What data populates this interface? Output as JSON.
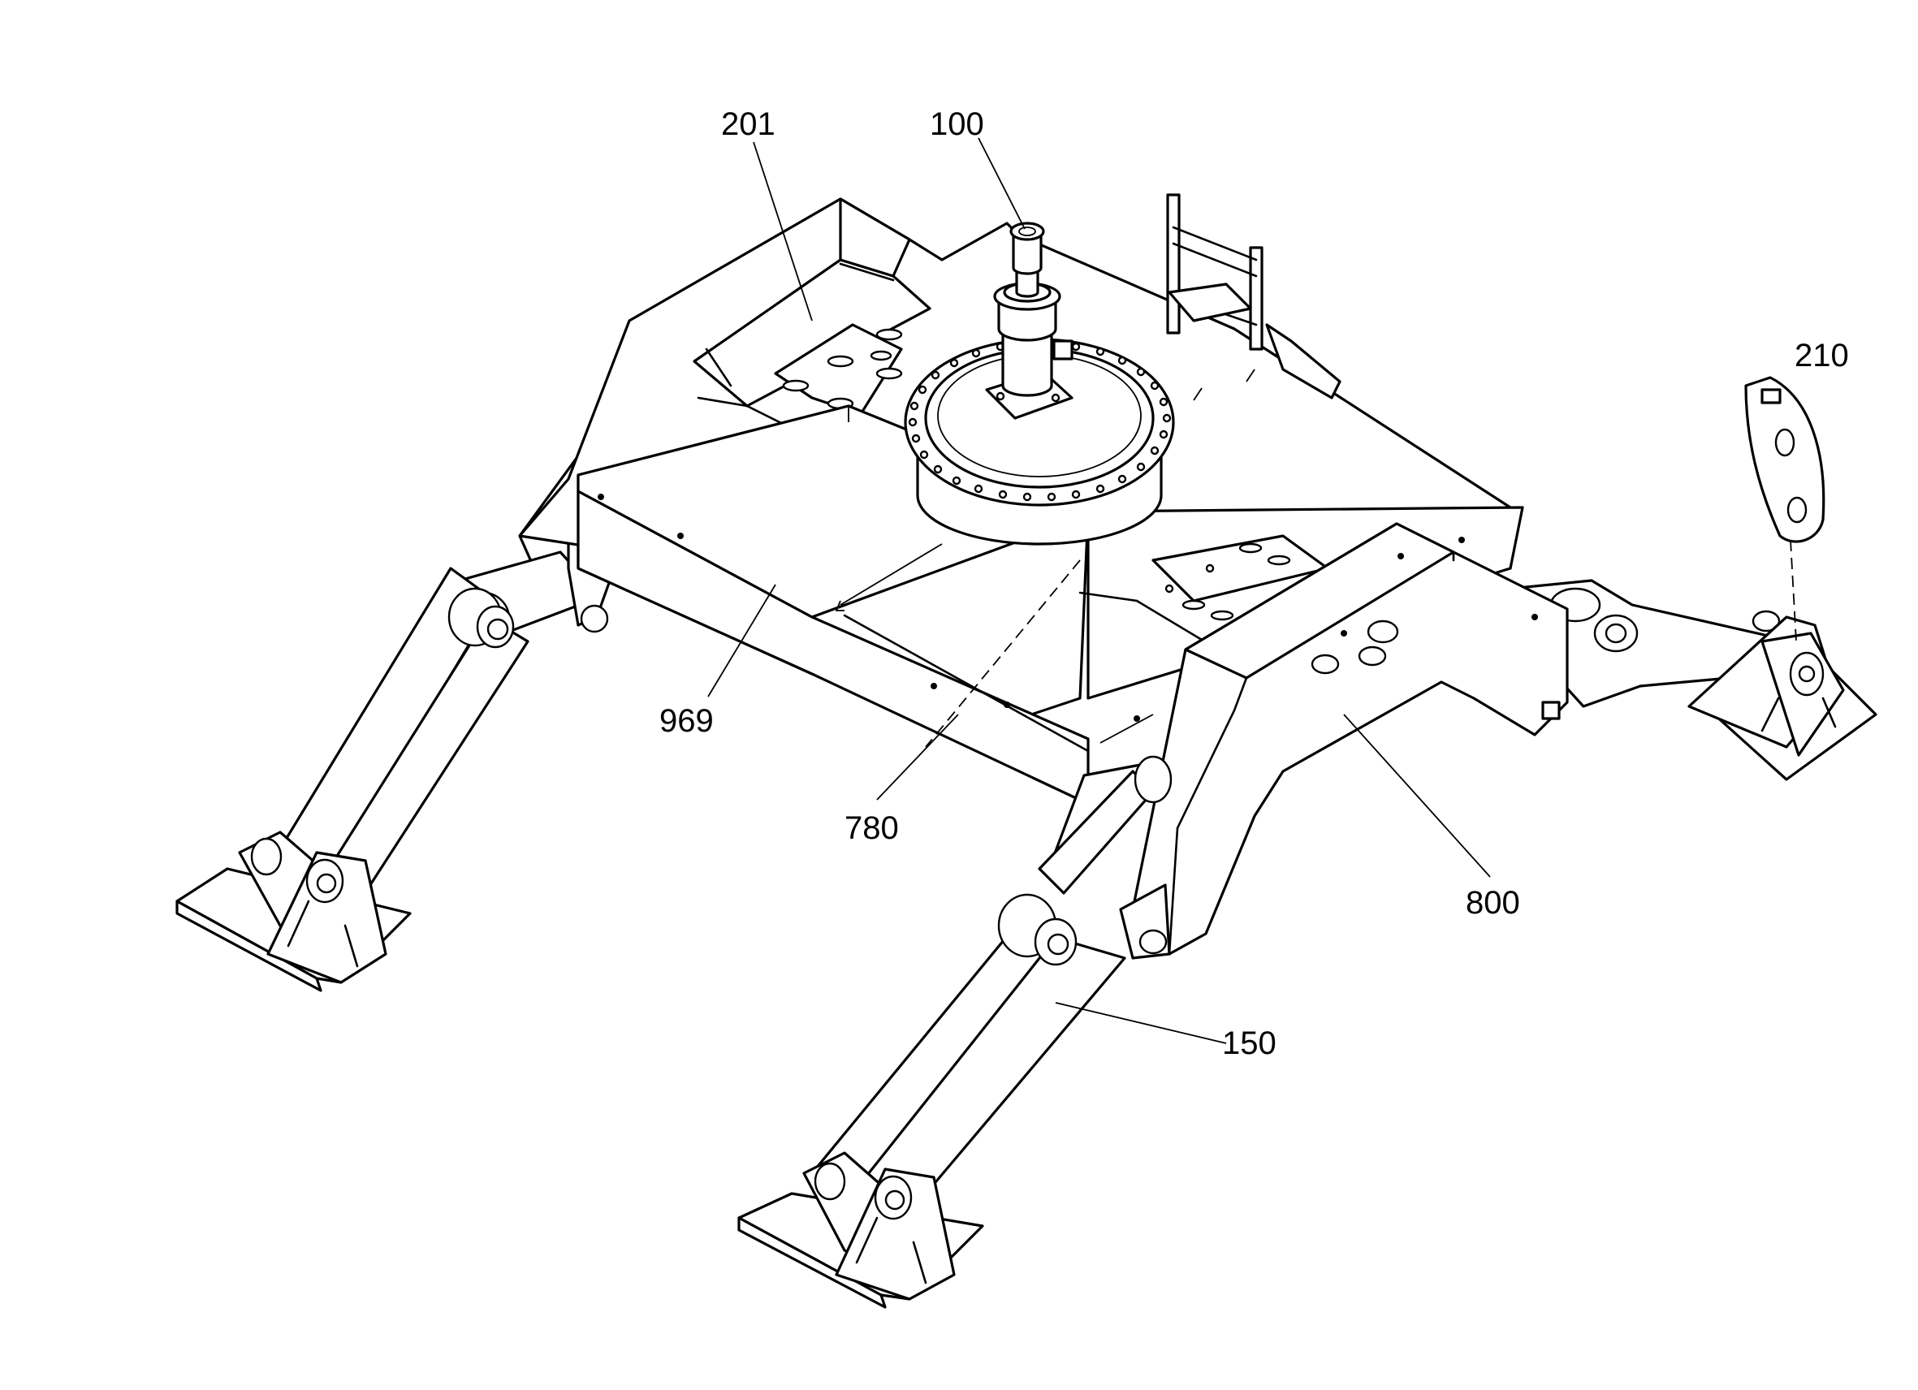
{
  "figure": {
    "reference_labels": {
      "l201": "201",
      "l100": "100",
      "l210": "210",
      "l969": "969",
      "l780": "780",
      "l800": "800",
      "l150": "150"
    }
  }
}
